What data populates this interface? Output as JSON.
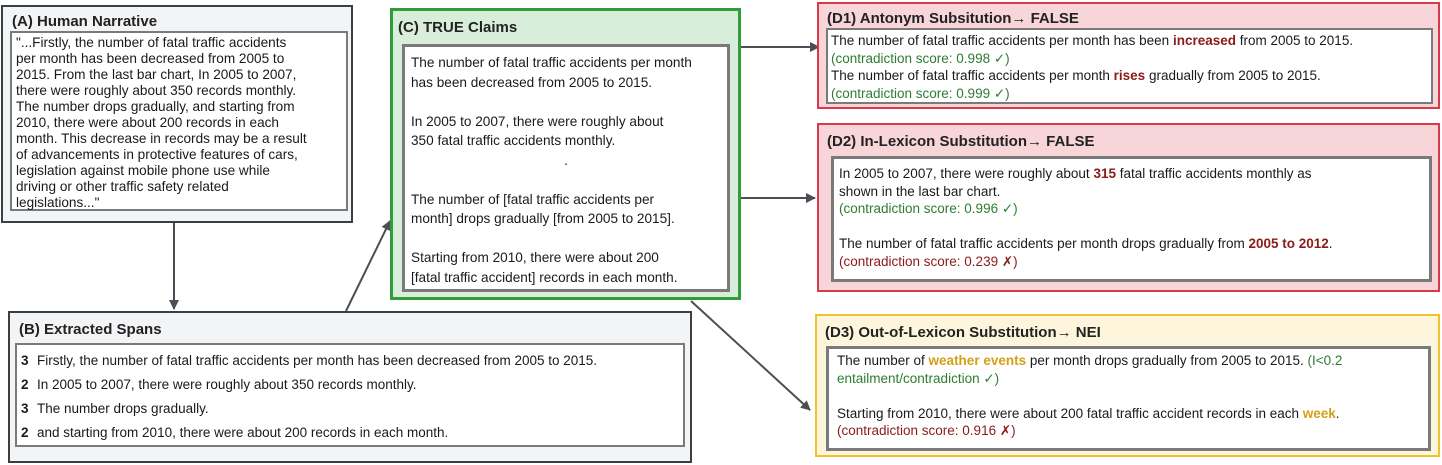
{
  "panelA": {
    "title": "(A) Human Narrative",
    "lines": [
      "\"...Firstly, the number of fatal traffic accidents",
      "per month has been decreased from 2005 to",
      "2015. From the last bar chart, In 2005 to 2007,",
      "there were roughly about 350 records monthly.",
      "The number drops gradually, and starting from",
      "2010, there were about 200 records in each",
      "month. This decrease in records may be a result",
      "of advancements in protective features of cars,",
      "legislation against mobile phone use while",
      "driving or other traffic safety related",
      "legislations...\""
    ]
  },
  "panelB": {
    "title": "(B) Extracted Spans",
    "items": [
      {
        "num": "3",
        "text": "Firstly, the number of fatal traffic accidents per month has been decreased from 2005 to 2015."
      },
      {
        "num": "2",
        "text": "In 2005 to 2007, there were roughly about 350 records monthly."
      },
      {
        "num": "3",
        "text": "The number drops gradually."
      },
      {
        "num": "2",
        "text": "and starting from 2010, there were about 200 records in each month."
      }
    ]
  },
  "panelC": {
    "title": "(C) TRUE Claims",
    "claim1_l1": "The number of fatal traffic accidents per month",
    "claim1_l2": "has been decreased from 2005 to 2015.",
    "claim2_l1": "In 2005 to 2007, there were roughly about",
    "claim2_l2": "350 fatal traffic accidents monthly.",
    "dot": ".",
    "claim3_l1": "The number of [fatal traffic accidents per",
    "claim3_l2": "month] drops gradually [from 2005 to 2015].",
    "claim4_l1": "Starting from 2010, there were about 200",
    "claim4_l2": "[fatal traffic accident] records in each month."
  },
  "panelD1": {
    "title": "(D1) Antonym Subsitution→ FALSE",
    "c1_pre": "The number of fatal traffic accidents per month has been ",
    "c1_hl": "increased",
    "c1_post": " from 2005 to 2015.",
    "c1_score": "(contradiction score: 0.998 ✓)",
    "c2_pre": "The number of fatal traffic accidents per month ",
    "c2_hl": "rises",
    "c2_post": " gradually from 2005 to 2015.",
    "c2_score": "(contradiction score: 0.999 ✓)"
  },
  "panelD2": {
    "title": "(D2) In-Lexicon Substitution→ FALSE",
    "c1_pre": "In 2005 to 2007, there were roughly about ",
    "c1_hl": "315",
    "c1_post": " fatal traffic accidents monthly as",
    "c1_l2": "shown in the last bar chart.",
    "c1_score": "(contradiction score: 0.996 ✓)",
    "c2_pre": "The number of fatal traffic accidents per month drops gradually from ",
    "c2_hl": "2005 to 2012",
    "c2_post": ".",
    "c2_score": "(contradiction score: 0.239 ✗)"
  },
  "panelD3": {
    "title": "(D3) Out-of-Lexicon Substitution→ NEI",
    "c1_pre": "The number of ",
    "c1_hl": "weather events",
    "c1_post": " per month drops gradually from 2005 to 2015. ",
    "c1_score_a": "(I<0.2",
    "c1_score_b": "entailment/contradiction ✓)",
    "c2_pre": "Starting from 2010, there were about 200 fatal traffic accident records in each ",
    "c2_hl": "week",
    "c2_post": ".",
    "c2_score": "(contradiction score: 0.916 ✗)"
  },
  "colors": {
    "panel_border": "#3a3f44",
    "inner_border": "#7a7a7a",
    "gray_bg": "#f3f4f6",
    "green_border": "#2e9e3a",
    "green_bg": "#d8eeda",
    "red_border": "#d93a4a",
    "red_bg": "#f7d5d8",
    "yellow_border": "#f2c12e",
    "yellow_bg": "#fdf6dd",
    "arrow": "#4a4f55"
  }
}
